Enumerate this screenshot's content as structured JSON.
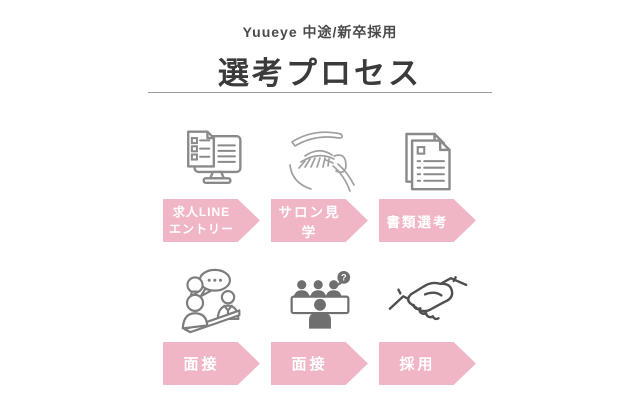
{
  "header": {
    "subtitle": "Yuueye 中途/新卒採用",
    "title": "選考プロセス"
  },
  "steps": [
    {
      "icon": "monitor-checklist-icon",
      "label_line1": "求人LINE",
      "label_line2": "エントリー"
    },
    {
      "icon": "eyelash-extension-icon",
      "label": "サロン見学"
    },
    {
      "icon": "documents-icon",
      "label": "書類選考"
    },
    {
      "icon": "conversation-icon",
      "label": "面接"
    },
    {
      "icon": "interview-panel-icon",
      "label": "面接"
    },
    {
      "icon": "handshake-icon",
      "label": "採用"
    }
  ],
  "colors": {
    "banner_pink": "#f0b6c6",
    "banner_text": "#ffffff",
    "title_text": "#3b3b3b",
    "subtitle_text": "#4a4a4a",
    "divider": "#9a9a9a",
    "icon_outline": "#8a8a8a",
    "icon_light_outline": "#9f9f9f",
    "icon_fill": "#6f6f6f",
    "handshake_outline": "#4f4f4f"
  }
}
